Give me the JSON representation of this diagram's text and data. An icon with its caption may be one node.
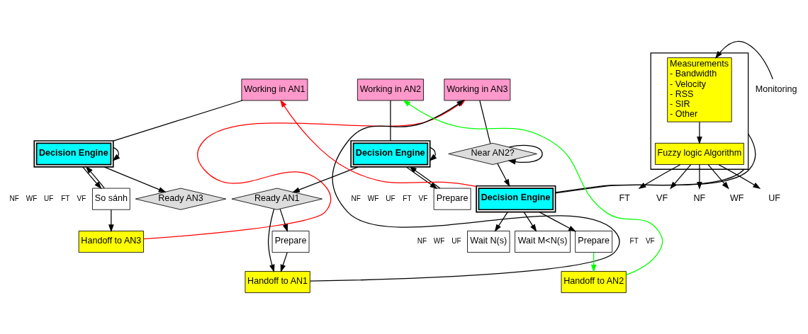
{
  "diagram": {
    "nodes": [
      {
        "text": [
          "Working in AN1"
        ]
      },
      {
        "text": [
          "Decision Engine"
        ]
      },
      {
        "text": [
          "So sánh"
        ]
      },
      {
        "text": [
          "Ready AN3"
        ]
      },
      {
        "text": [
          "Handoff to AN3"
        ]
      },
      {
        "text": [
          "Working in AN2"
        ]
      },
      {
        "text": [
          "Decision Engine"
        ]
      },
      {
        "text": [
          "Prepare"
        ]
      },
      {
        "text": [
          "Ready AN1"
        ]
      },
      {
        "text": [
          "Prepare"
        ]
      },
      {
        "text": [
          "Handoff to AN1"
        ]
      },
      {
        "text": [
          "Working in AN3"
        ]
      },
      {
        "text": [
          "Near AN2?"
        ]
      },
      {
        "text": [
          "Decision Engine"
        ]
      },
      {
        "text": [
          "Wait N(s)"
        ]
      },
      {
        "text": [
          "Wait M<N(s)"
        ]
      },
      {
        "text": [
          "Prepare"
        ]
      },
      {
        "text": [
          "Handoff to AN2"
        ]
      },
      {
        "text": [],
        "shape": "box"
      },
      {
        "text": [
          "Measurements",
          "- Bandwidth",
          "- Velocity",
          "- RSS",
          "- SIR",
          "- Other"
        ],
        "in": 18
      },
      {
        "text": [
          "Fuzzy logic Algorithm"
        ],
        "in": 18
      },
      {
        "text": [
          "Monitoring"
        ]
      },
      {
        "text": [
          "NF"
        ]
      },
      {
        "text": [
          "WF"
        ]
      },
      {
        "text": [
          "UF"
        ]
      },
      {
        "text": [
          "FT"
        ]
      },
      {
        "text": [
          "VF"
        ]
      }
    ],
    "edges": [
      {
        "from": 0,
        "to": 1,
        "arrow": "none"
      },
      {
        "from": 1,
        "to": 1,
        "arrow": "to"
      },
      {
        "from": 1,
        "to": 2,
        "arrow": "to"
      },
      {
        "from": 1,
        "to": 3,
        "arrow": "to"
      },
      {
        "from": 2,
        "to": 1,
        "arrow": "to"
      },
      {
        "from": 2,
        "to": 4,
        "arrow": "to"
      },
      {
        "from": 4,
        "to": 11,
        "arrow": "to",
        "color": "#ff0000"
      },
      {
        "from": 5,
        "to": 6,
        "arrow": "none"
      },
      {
        "from": 6,
        "to": 6,
        "arrow": "to"
      },
      {
        "from": 6,
        "to": 7,
        "arrow": "to"
      },
      {
        "from": 7,
        "to": 6,
        "arrow": "to"
      },
      {
        "from": 6,
        "to": 8,
        "arrow": "to"
      },
      {
        "from": 8,
        "to": 9,
        "arrow": "to"
      },
      {
        "from": 8,
        "to": 10,
        "arrow": "to"
      },
      {
        "from": 9,
        "to": 10,
        "arrow": "to"
      },
      {
        "from": 10,
        "to": 11,
        "arrow": "to"
      },
      {
        "from": 11,
        "to": 12,
        "arrow": "none"
      },
      {
        "from": 12,
        "to": 12,
        "arrow": "to"
      },
      {
        "from": 12,
        "to": 13,
        "arrow": "to"
      },
      {
        "from": 13,
        "to": 14,
        "arrow": "to"
      },
      {
        "from": 13,
        "to": 15,
        "arrow": "to"
      },
      {
        "from": 13,
        "to": 16,
        "arrow": "to"
      },
      {
        "from": 13,
        "to": 0,
        "arrow": "to",
        "color": "#ff0000"
      },
      {
        "from": 16,
        "to": 17,
        "arrow": "to",
        "color": "#00ff00"
      },
      {
        "from": 17,
        "to": 5,
        "arrow": "to",
        "color": "#00ff00"
      },
      {
        "from": 13,
        "to": 18,
        "arrow": "none"
      },
      {
        "from": 13,
        "to": 18,
        "arrow": "none"
      },
      {
        "from": 21,
        "to": 19,
        "arrow": "to"
      },
      {
        "from": 19,
        "to": 20,
        "arrow": "to"
      },
      {
        "from": 20,
        "to": 22,
        "arrow": "to"
      },
      {
        "from": 20,
        "to": 23,
        "arrow": "to"
      },
      {
        "from": 20,
        "to": 24,
        "arrow": "to"
      },
      {
        "from": 20,
        "to": 25,
        "arrow": "to"
      },
      {
        "from": 20,
        "to": 26,
        "arrow": "to"
      }
    ],
    "labels": [
      "NF",
      "WF",
      "UF",
      "FT",
      "VF",
      "NF",
      "WF",
      "UF",
      "FT",
      "VF",
      "NF",
      "WF",
      "UF",
      "FT",
      "VF"
    ]
  }
}
